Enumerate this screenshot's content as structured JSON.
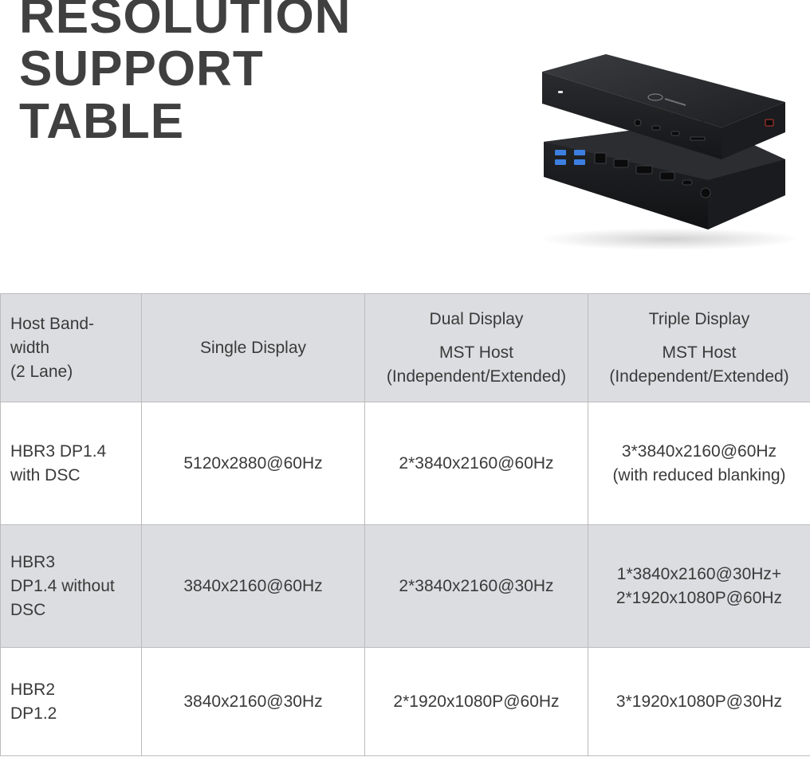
{
  "title": {
    "line1": "RESOLUTION",
    "line2": "SUPPORT",
    "line3": "TABLE"
  },
  "table": {
    "header": {
      "host": [
        "Host Band-",
        "width",
        "(2 Lane)"
      ],
      "single": "Single Display",
      "dual": {
        "line1": "Dual Display",
        "line2": "MST Host",
        "line3": "(Independent/Extended)"
      },
      "triple": {
        "line1": "Triple Display",
        "line2": "MST Host",
        "line3": "(Independent/Extended)"
      }
    },
    "rows": [
      {
        "host": [
          "HBR3 DP1.4",
          "with DSC"
        ],
        "single": "5120x2880@60Hz",
        "dual": "2*3840x2160@60Hz",
        "triple": [
          "3*3840x2160@60Hz",
          "(with reduced blanking)"
        ]
      },
      {
        "host": [
          "HBR3",
          "DP1.4 without",
          "DSC"
        ],
        "single": "3840x2160@60Hz",
        "dual": "2*3840x2160@30Hz",
        "triple": [
          "1*3840x2160@30Hz+",
          "2*1920x1080P@60Hz"
        ]
      },
      {
        "host": [
          "HBR2",
          "DP1.2"
        ],
        "single": "3840x2160@30Hz",
        "dual": "2*1920x1080P@60Hz",
        "triple": [
          "3*1920x1080P@30Hz"
        ]
      }
    ]
  }
}
